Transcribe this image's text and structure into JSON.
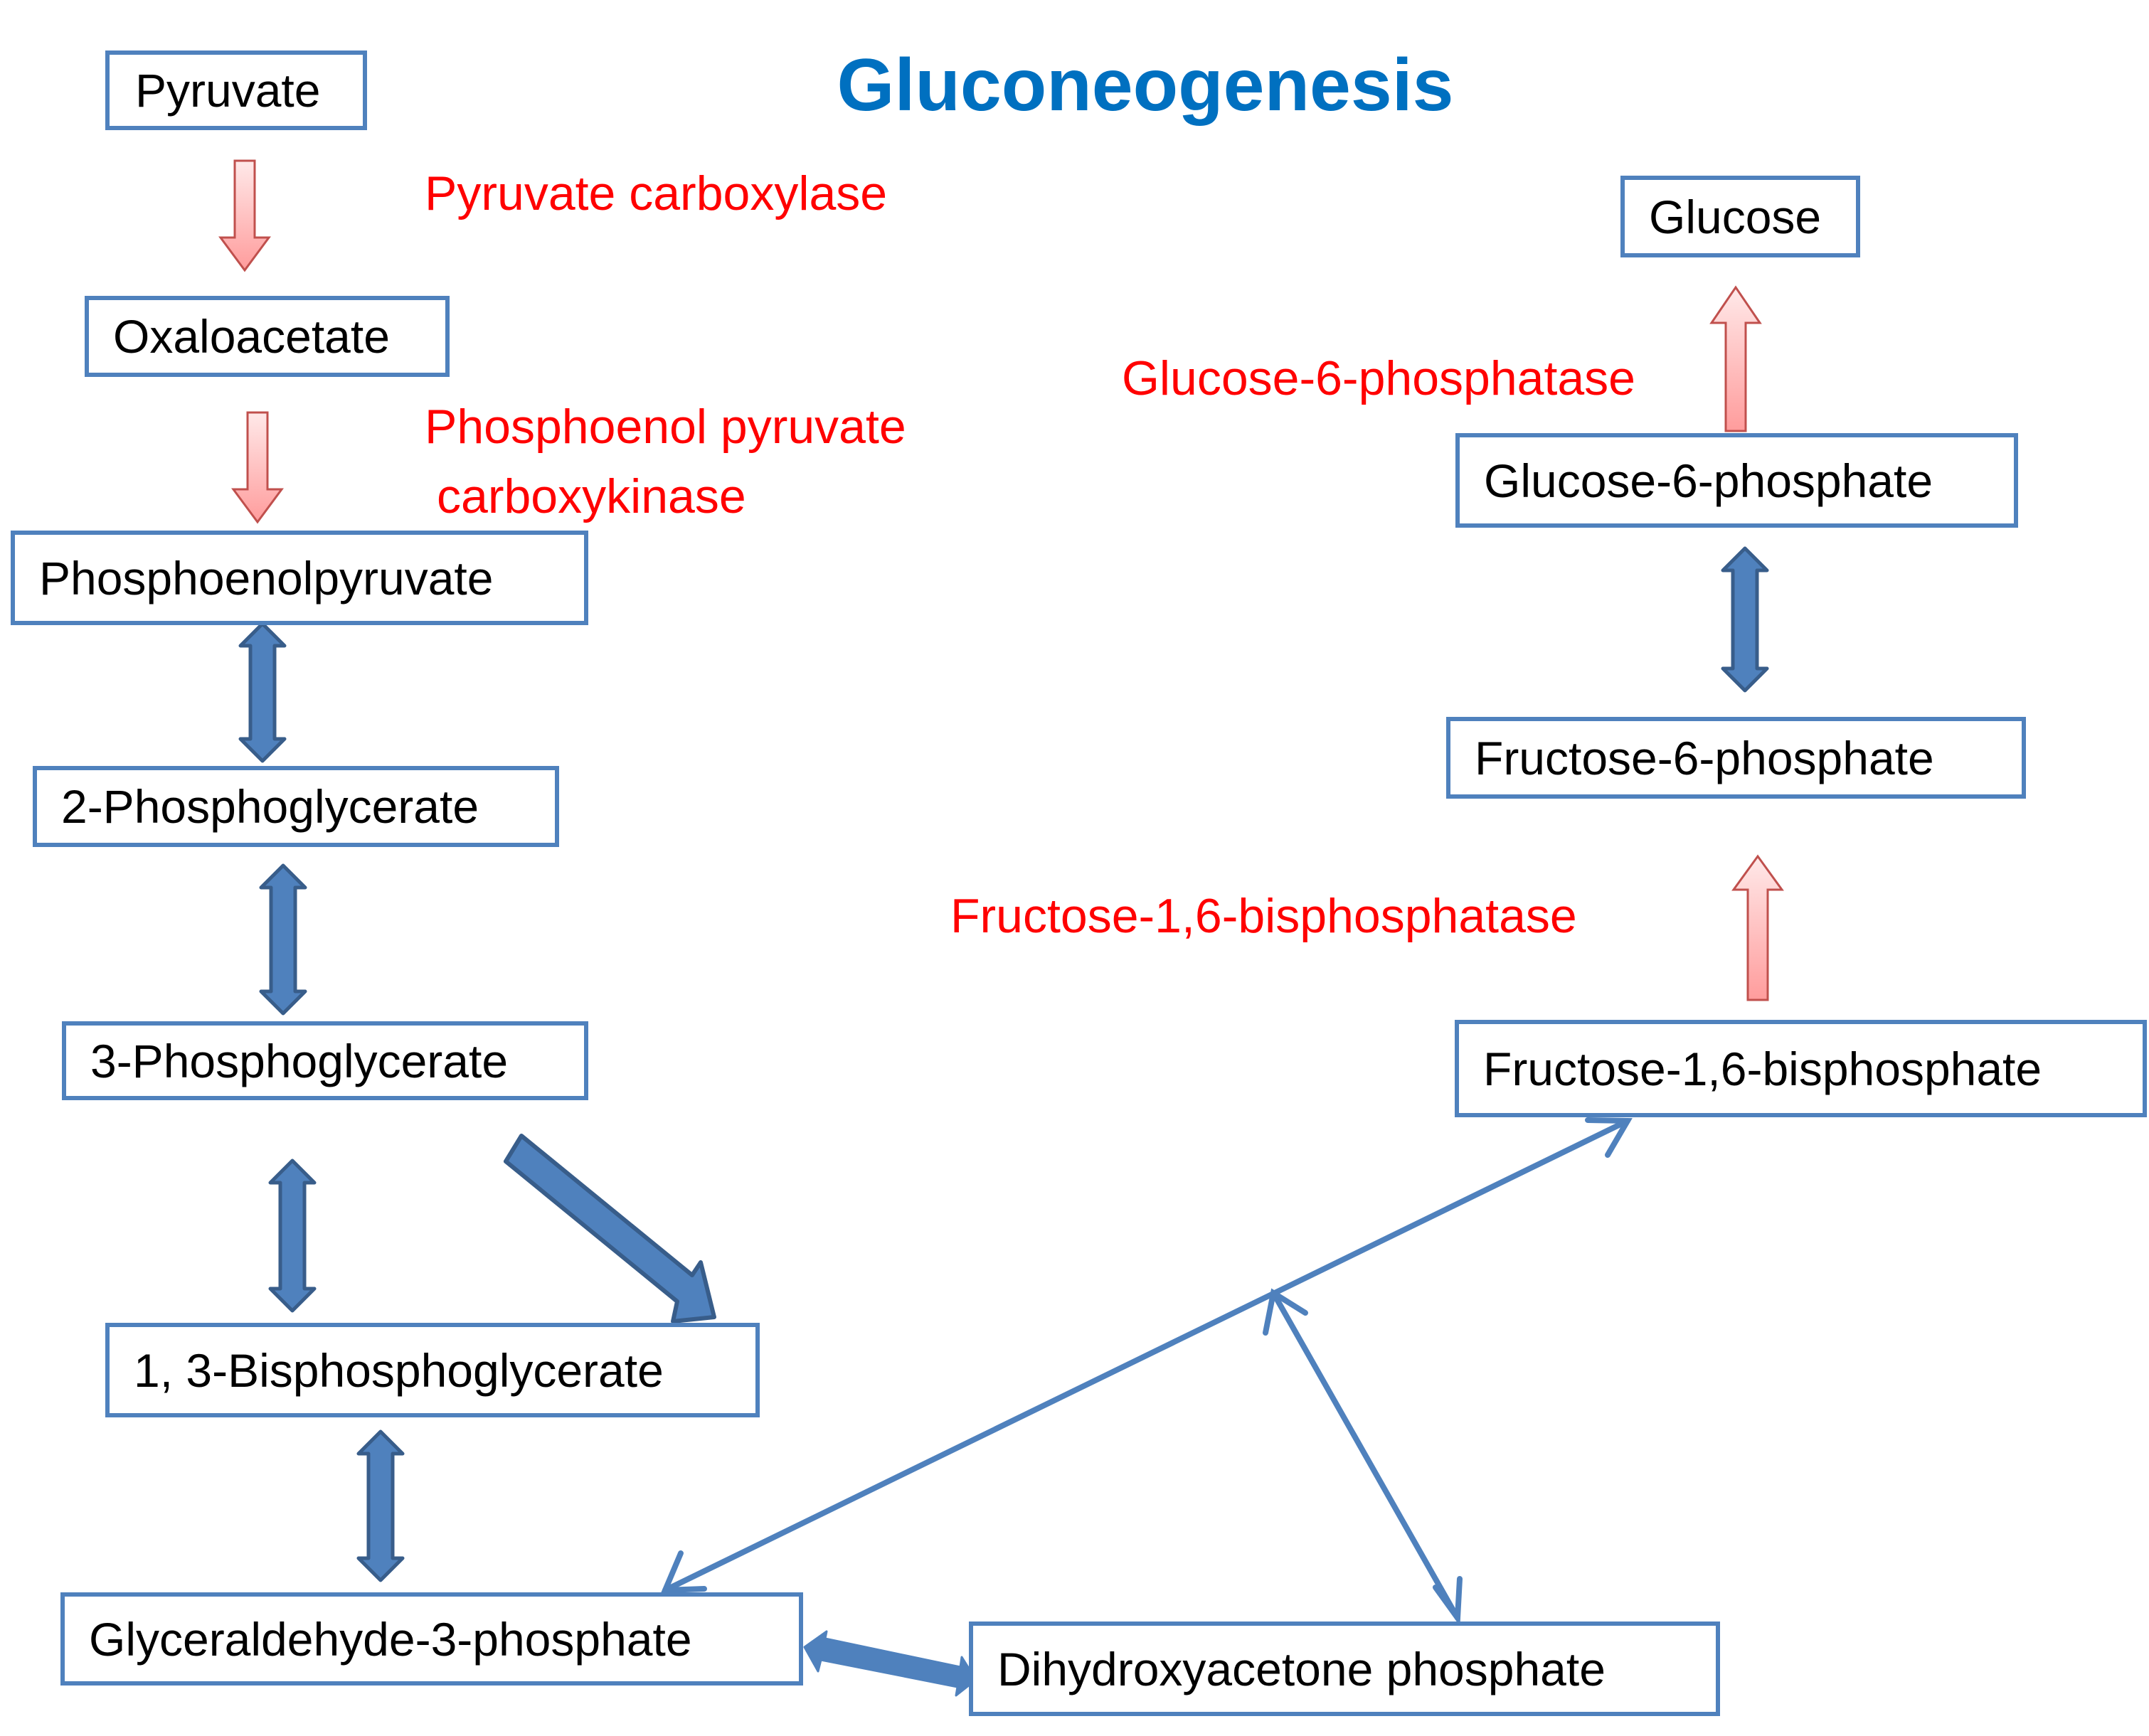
{
  "title": "Gluconeogenesis",
  "colors": {
    "title": "#0070C0",
    "enzyme_text": "#FF0000",
    "box_border": "#4F81BD",
    "reversible_arrow": "#4F81BD",
    "irreversible_arrow_fill": "#FFB3B3",
    "irreversible_arrow_stroke": "#C0504D"
  },
  "metabolites": {
    "pyruvate": "Pyruvate",
    "oxaloacetate": "Oxaloacetate",
    "pep": "Phosphoenolpyruvate",
    "pg2": "2-Phosphoglycerate",
    "pg3": "3-Phosphoglycerate",
    "bpg13": "1, 3-Bisphosphoglycerate",
    "g3p": "Glyceraldehyde-3-phosphate",
    "dhap": "Dihydroxyacetone phosphate",
    "f16bp": "Fructose-1,6-bisphosphate",
    "f6p": "Fructose-6-phosphate",
    "g6p": "Glucose-6-phosphate",
    "glucose": "Glucose"
  },
  "enzymes": {
    "pyruvate_carboxylase": "Pyruvate carboxylase",
    "pepck_line1": "Phosphoenol pyruvate",
    "pepck_line2": "carboxykinase",
    "fbpase": "Fructose-1,6-bisphosphatase",
    "g6pase": "Glucose-6-phosphatase"
  },
  "edges": [
    {
      "from": "pyruvate",
      "to": "oxaloacetate",
      "type": "irreversible",
      "enzyme": "pyruvate_carboxylase"
    },
    {
      "from": "oxaloacetate",
      "to": "pep",
      "type": "irreversible",
      "enzyme": "pepck"
    },
    {
      "from": "pep",
      "to": "pg2",
      "type": "reversible"
    },
    {
      "from": "pg2",
      "to": "pg3",
      "type": "reversible"
    },
    {
      "from": "pg3",
      "to": "bpg13",
      "type": "reversible"
    },
    {
      "from": "pg3",
      "to": "bpg13",
      "type": "forward-thick"
    },
    {
      "from": "bpg13",
      "to": "g3p",
      "type": "reversible"
    },
    {
      "from": "g3p",
      "to": "dhap",
      "type": "reversible-thick"
    },
    {
      "from": "g3p",
      "to": "f16bp",
      "type": "reversible-line"
    },
    {
      "from": "dhap",
      "to": "f16bp",
      "type": "reversible-line"
    },
    {
      "from": "f16bp",
      "to": "f6p",
      "type": "irreversible",
      "enzyme": "fbpase"
    },
    {
      "from": "f6p",
      "to": "g6p",
      "type": "reversible"
    },
    {
      "from": "g6p",
      "to": "glucose",
      "type": "irreversible",
      "enzyme": "g6pase"
    }
  ]
}
